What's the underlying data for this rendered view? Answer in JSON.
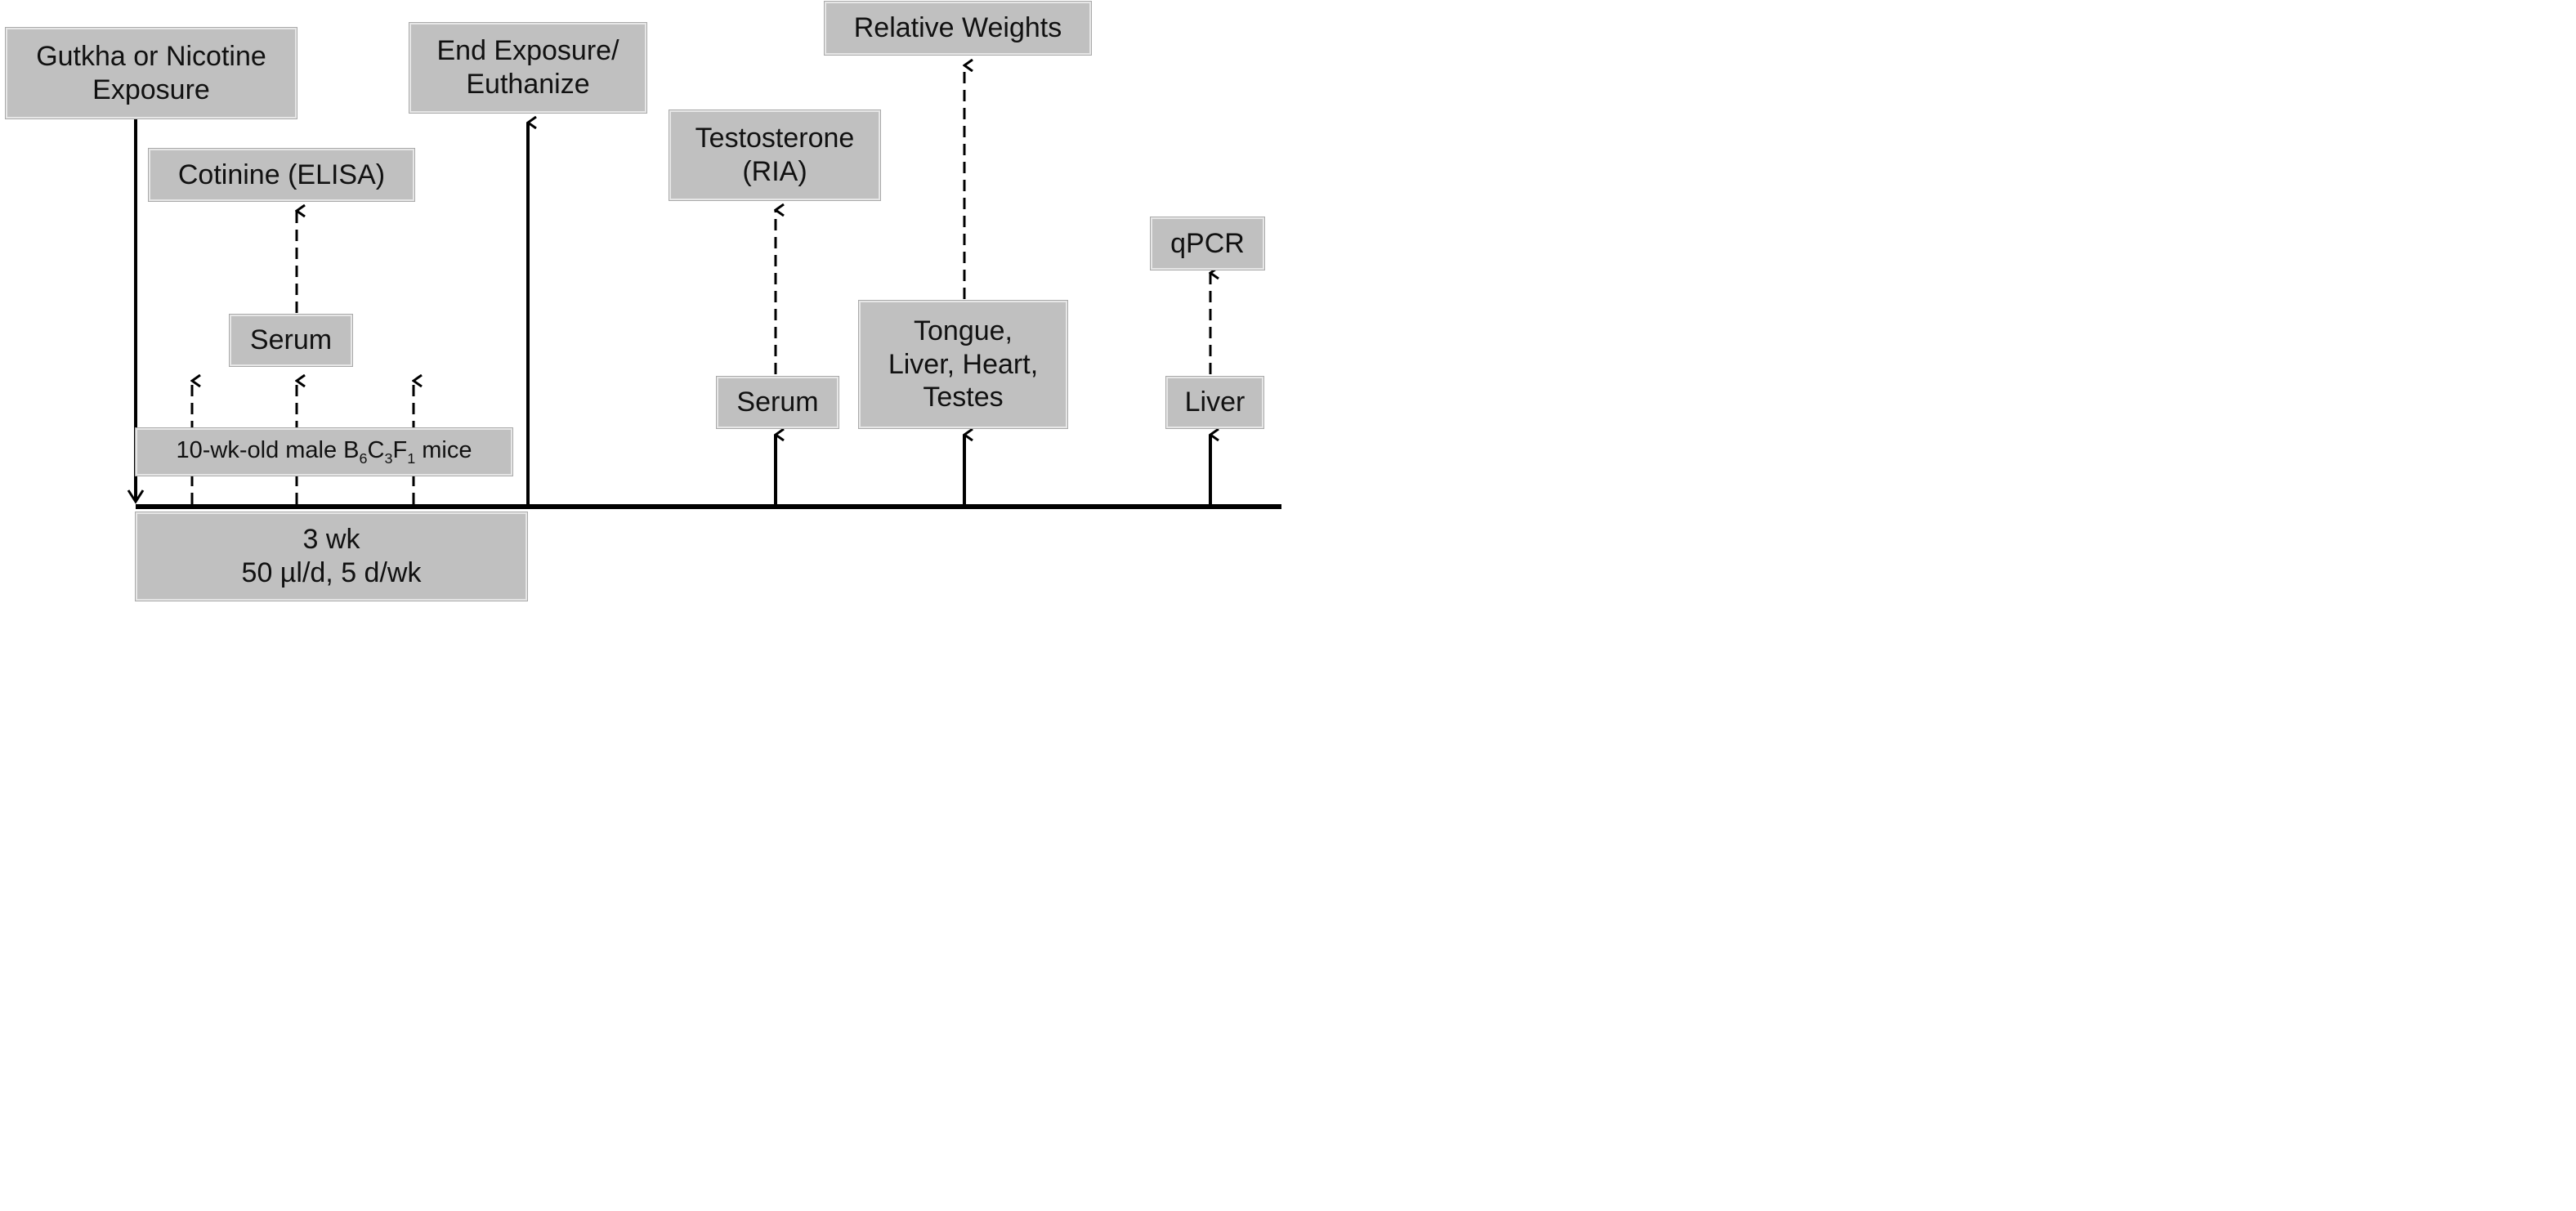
{
  "boxes": {
    "exposure_start": [
      "Gutkha or Nicotine",
      "Exposure"
    ],
    "end_exposure": [
      "End Exposure/",
      "Euthanize"
    ],
    "relative_weights": "Relative Weights",
    "cotinine": "Cotinine (ELISA)",
    "testosterone": [
      "Testosterone",
      "(RIA)"
    ],
    "qpcr": "qPCR",
    "serum_early": "Serum",
    "tissues": [
      "Tongue,",
      "Liver, Heart,",
      "Testes"
    ],
    "serum_late": "Serum",
    "liver": "Liver",
    "mice": {
      "prefix": "10-wk-old male B",
      "sub1": "6",
      "c": "C",
      "sub2": "3",
      "f": "F",
      "sub3": "1",
      "suffix": " mice"
    },
    "duration": [
      "3 wk",
      "50 µl/d, 5 d/wk"
    ]
  }
}
